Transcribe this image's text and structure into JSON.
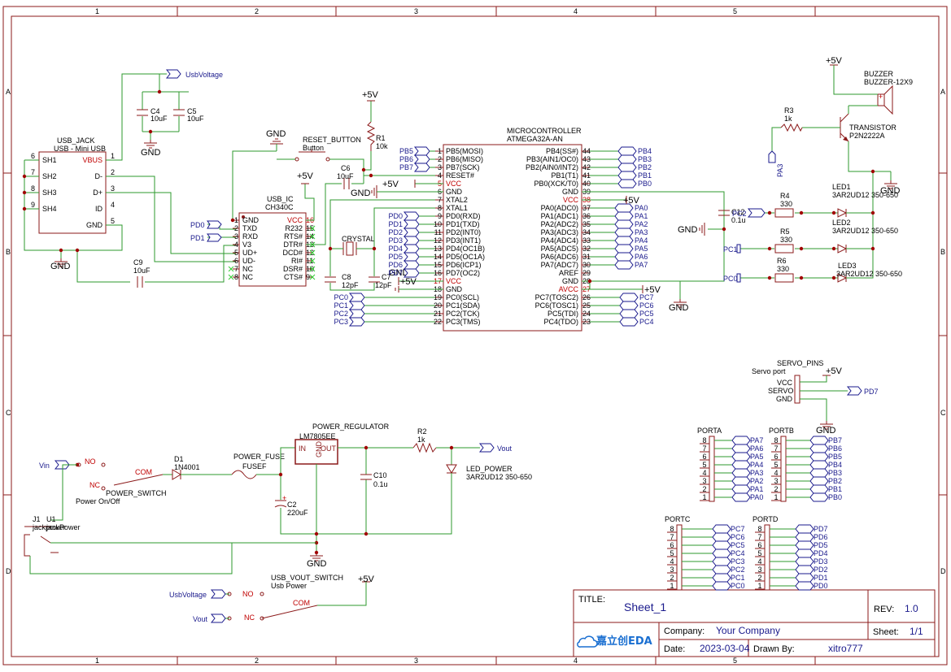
{
  "frame": {
    "col_labels": [
      "1",
      "2",
      "3",
      "4",
      "5"
    ],
    "row_labels": [
      "A",
      "B",
      "C",
      "D"
    ]
  },
  "title_block": {
    "title_label": "TITLE:",
    "title": "Sheet_1",
    "rev_label": "REV:",
    "rev": "1.0",
    "company_label": "Company:",
    "company": "Your Company",
    "sheet_label": "Sheet:",
    "sheet": "1/1",
    "date_label": "Date:",
    "date": "2023-03-04",
    "drawn_label": "Drawn By:",
    "drawn_by": "xitro777",
    "logo": "嘉立创EDA"
  },
  "usb_jack": {
    "designator": "USB_JACK",
    "value": "USB - Mini USB",
    "pins_left": [
      "SH1",
      "SH2",
      "SH3",
      "SH4"
    ],
    "pins_left_nums": [
      "6",
      "7",
      "8",
      "9"
    ],
    "pins_right": [
      "VBUS",
      "D-",
      "D+",
      "ID",
      "GND"
    ],
    "pins_right_nums": [
      "1",
      "2",
      "3",
      "4",
      "5"
    ]
  },
  "usb_ic": {
    "designator": "USB_IC",
    "value": "CH340C",
    "pins_left": [
      "GND",
      "TXD",
      "RXD",
      "V3",
      "UD+",
      "UD-",
      "NC",
      "NC"
    ],
    "pins_left_nums": [
      "1",
      "2",
      "3",
      "4",
      "5",
      "6",
      "7",
      "8"
    ],
    "pins_right": [
      "VCC",
      "R232",
      "RTS#",
      "DTR#",
      "DCD#",
      "RI#",
      "DSR#",
      "CTS#"
    ],
    "pins_right_nums": [
      "16",
      "15",
      "14",
      "13",
      "12",
      "11",
      "10",
      "9"
    ]
  },
  "mcu": {
    "designator": "MICROCONTROLLER",
    "value": "ATMEGA32A-AN",
    "pins_left": [
      "PB5(MOSI)",
      "PB6(MISO)",
      "PB7(SCK)",
      "RESET#",
      "VCC",
      "GND",
      "XTAL2",
      "XTAL1",
      "PD0(RXD)",
      "PD1(TXD)",
      "PD2(INT0)",
      "PD3(INT1)",
      "PD4(OC1B)",
      "PD5(OC1A)",
      "PD6(ICP1)",
      "PD7(OC2)",
      "VCC",
      "GND",
      "PC0(SCL)",
      "PC1(SDA)",
      "PC2(TCK)",
      "PC3(TMS)"
    ],
    "pins_left_nums": [
      "1",
      "2",
      "3",
      "4",
      "5",
      "6",
      "7",
      "8",
      "9",
      "10",
      "11",
      "12",
      "13",
      "14",
      "15",
      "16",
      "17",
      "18",
      "19",
      "20",
      "21",
      "22"
    ],
    "pins_right": [
      "PB4(SS#)",
      "PB3(AIN1/OC0)",
      "PB2(AIN0/INT2)",
      "PB1(T1)",
      "PB0(XCK/T0)",
      "GND",
      "VCC",
      "PA0(ADC0)",
      "PA1(ADC1)",
      "PA2(ADC2)",
      "PA3(ADC3)",
      "PA4(ADC4)",
      "PA5(ADC5)",
      "PA6(ADC6)",
      "PA7(ADC7)",
      "AREF",
      "GND",
      "AVCC",
      "PC7(TOSC2)",
      "PC6(TOSC1)",
      "PC5(TDI)",
      "PC4(TDO)"
    ],
    "pins_right_nums": [
      "44",
      "43",
      "42",
      "41",
      "40",
      "39",
      "38",
      "37",
      "36",
      "35",
      "34",
      "33",
      "32",
      "31",
      "30",
      "29",
      "28",
      "27",
      "26",
      "25",
      "24",
      "23"
    ]
  },
  "left_net_labels": [
    "PB5",
    "PB6",
    "PB7"
  ],
  "pd_labels": [
    "PD0",
    "PD1",
    "PD2",
    "PD3",
    "PD4",
    "PD5",
    "PD6",
    "PD7"
  ],
  "pc_left_labels": [
    "PC0",
    "PC1",
    "PC2",
    "PC3"
  ],
  "right_pb_labels": [
    "PB4",
    "PB3",
    "PB2",
    "PB1",
    "PB0"
  ],
  "right_pa_labels": [
    "PA0",
    "PA1",
    "PA2",
    "PA3",
    "PA4",
    "PA5",
    "PA6",
    "PA7"
  ],
  "right_pc_labels": [
    "PC7",
    "PC6",
    "PC5",
    "PC4"
  ],
  "labels": {
    "usb_voltage": "UsbVoltage",
    "c4": "C4",
    "c4v": "10uF",
    "c5": "C5",
    "c5v": "10uF",
    "gnd": "GND",
    "p5v": "+5V",
    "reset": "RESET_BUTTON",
    "reset_v": "Button",
    "r1": "R1",
    "r1v": "10k",
    "c6": "C6",
    "c6v": "10uF",
    "crystal": "CRYSTAL",
    "c8": "C8",
    "c8v": "12pF",
    "c7": "C7",
    "c7v": "12pF",
    "c9": "C9",
    "c9v": "10uF",
    "pd0": "PD0",
    "pd1": "PD1",
    "buzzer": "BUZZER",
    "buzzer_v": "BUZZER-12X9",
    "r3": "R3",
    "r3v": "1k",
    "transistor": "TRANSISTOR",
    "transistor_v": "P2N2222A",
    "pa3": "PA3",
    "led1": "LED1",
    "led1v": "3AR2UD12 350-650",
    "led2": "LED2",
    "led2v": "3AR2UD12 350-650",
    "led3": "LED3",
    "led3v": "3AR2UD12 350-650",
    "r4": "R4",
    "r4v": "330",
    "r5": "R5",
    "r5v": "330",
    "r6": "R6",
    "r6v": "330",
    "c12": "C12",
    "c12v": "0.1u",
    "pc2": "PC2",
    "pc1": "PC1",
    "pc0": "PC0",
    "servo": "SERVO_PINS",
    "servo_v": "Servo port",
    "servo_pins": [
      "VCC",
      "SERVO",
      "GND"
    ],
    "pd7": "PD7",
    "porta": "PORTA",
    "portb": "PORTB",
    "portc": "PORTC",
    "portd": "PORTD",
    "vin": "Vin",
    "no": "NO",
    "nc": "NC",
    "com": "COM",
    "power_switch": "POWER_SWITCH",
    "power_switch_v": "Power On/Off",
    "d1": "D1",
    "d1v": "1N4001",
    "fuse": "POWER_FUSE",
    "fuse_v": "FUSEF",
    "regulator": "POWER_REGULATOR",
    "regulator_v": "LM7805EE",
    "reg_in": "IN",
    "reg_out": "OUT",
    "reg_gnd": "GND",
    "c2": "C2",
    "c2v": "220uF",
    "c10": "C10",
    "c10v": "0.1u",
    "r2": "R2",
    "r2v": "1k",
    "vout": "Vout",
    "led_power": "LED_POWER",
    "led_power_v": "3AR2UD12 350-650",
    "j1": "J1",
    "j1v": "jackpower",
    "u1": "U1",
    "u1v": "jackPower",
    "usb_switch": "USB_VOUT_SWITCH",
    "usb_switch_v": "Usb Power"
  },
  "port_a": {
    "pins": [
      "8",
      "7",
      "6",
      "5",
      "4",
      "3",
      "2",
      "1"
    ],
    "nets": [
      "PA7",
      "PA6",
      "PA5",
      "PA4",
      "PA3",
      "PA2",
      "PA1",
      "PA0"
    ]
  },
  "port_b": {
    "pins": [
      "8",
      "7",
      "6",
      "5",
      "4",
      "3",
      "2",
      "1"
    ],
    "nets": [
      "PB7",
      "PB6",
      "PB5",
      "PB4",
      "PB3",
      "PB2",
      "PB1",
      "PB0"
    ]
  },
  "port_c": {
    "pins": [
      "8",
      "7",
      "6",
      "5",
      "4",
      "3",
      "2",
      "1"
    ],
    "nets": [
      "PC7",
      "PC6",
      "PC5",
      "PC4",
      "PC3",
      "PC2",
      "PC1",
      "PC0"
    ]
  },
  "port_d": {
    "pins": [
      "8",
      "7",
      "6",
      "5",
      "4",
      "3",
      "2",
      "1"
    ],
    "nets": [
      "PD7",
      "PD6",
      "PD5",
      "PD4",
      "PD3",
      "PD2",
      "PD1",
      "PD0"
    ]
  }
}
